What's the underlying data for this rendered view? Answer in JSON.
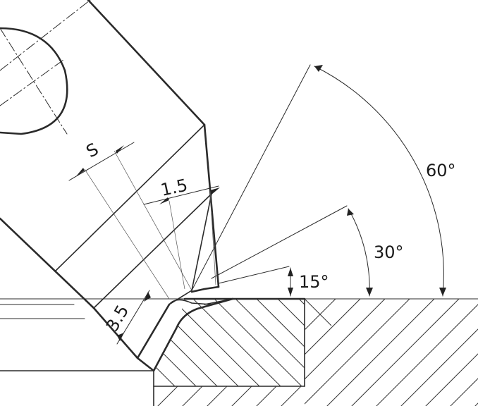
{
  "labels": {
    "s": "S",
    "d15": "1.5",
    "d35": "3.5",
    "a15": "15°",
    "a30": "30°",
    "a60": "60°"
  },
  "colors": {
    "ink": "#2a2a2a",
    "paper": "#ffffff"
  }
}
